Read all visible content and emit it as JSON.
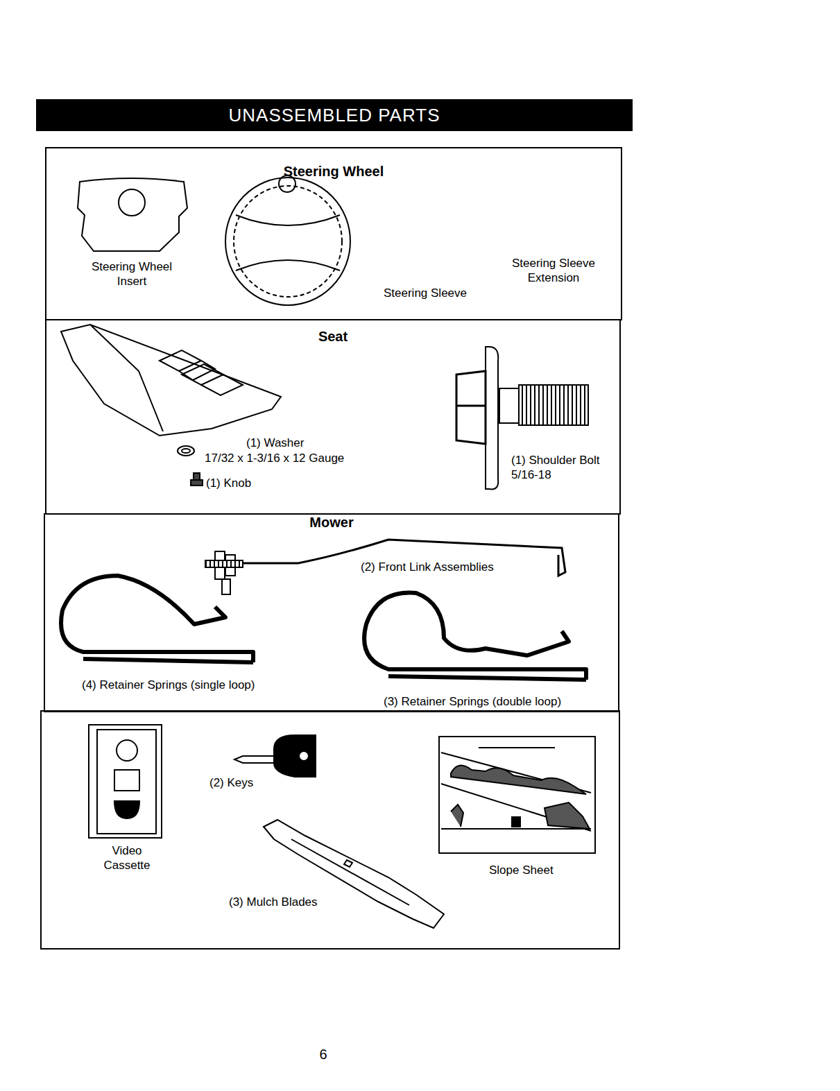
{
  "diagram": {
    "title": "UNASSEMBLED PARTS",
    "nodes": [
      {
        "text": [
          "Steering Wheel"
        ]
      },
      {
        "text": [
          "Seat"
        ]
      },
      {
        "text": [
          "Mower"
        ]
      }
    ],
    "labels": [
      "Steering Wheel Insert",
      "Steering Sleeve",
      "Steering Sleeve Extension",
      "(1) Washer",
      "17/32 x 1-3/16 x 12 Gauge",
      "(1) Knob",
      "(1) Shoulder Bolt 5/16-18",
      "(2) Front Link Assemblies",
      "(4) Retainer Springs (single loop)",
      "(3) Retainer Springs (double loop)",
      "Video Cassette",
      "(2) Keys",
      "(3) Mulch Blades",
      "Slope Sheet",
      "6"
    ]
  }
}
